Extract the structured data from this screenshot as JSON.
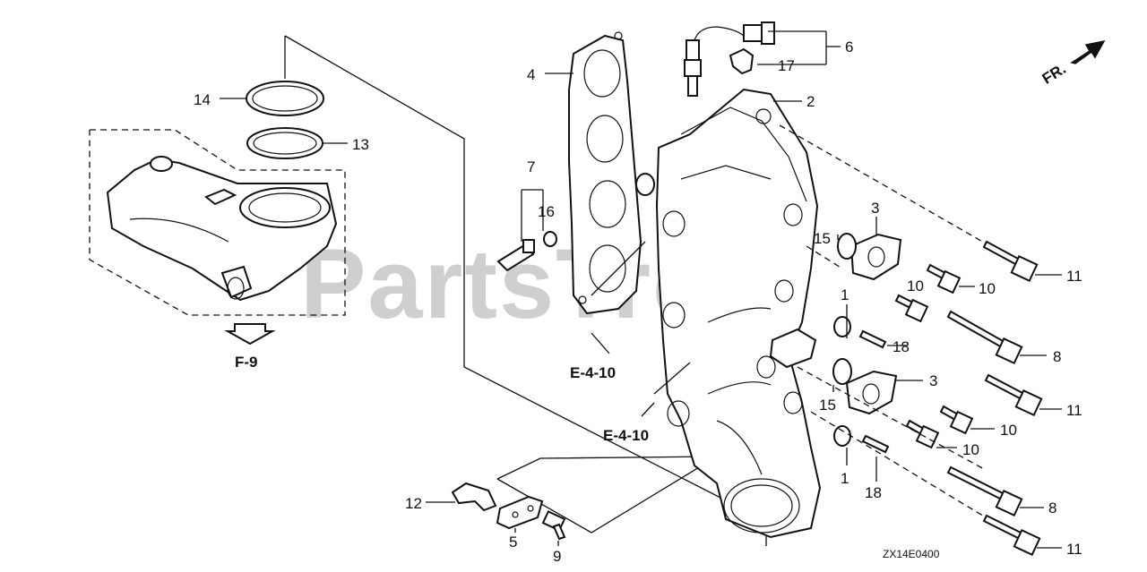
{
  "watermark": "PartsTree",
  "callouts": {
    "c1a": "1",
    "c1b": "1",
    "c2": "2",
    "c3a": "3",
    "c3b": "3",
    "c4": "4",
    "c5": "5",
    "c6": "6",
    "c7": "7",
    "c8a": "8",
    "c8b": "8",
    "c9": "9",
    "c10a": "10",
    "c10b": "10",
    "c10c": "10",
    "c10d": "10",
    "c11a": "11",
    "c11b": "11",
    "c11c": "11",
    "c12": "12",
    "c13": "13",
    "c14": "14",
    "c15a": "15",
    "c15b": "15",
    "c16": "16",
    "c17": "17",
    "c18a": "18",
    "c18b": "18"
  },
  "references": {
    "f9": "F-9",
    "e410_a": "E-4-10",
    "e410_b": "E-4-10"
  },
  "front_marker": "FR.",
  "diagram_code": "ZX14E0400"
}
